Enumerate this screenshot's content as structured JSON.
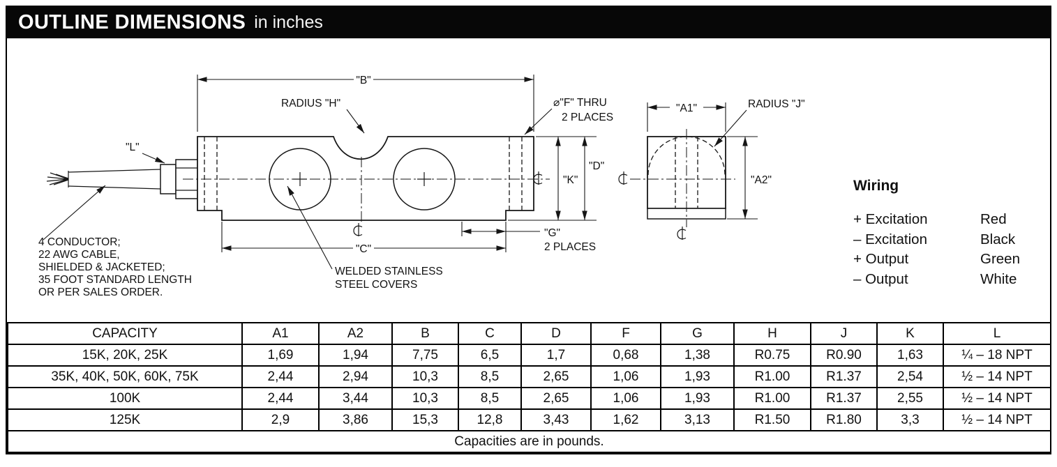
{
  "header": {
    "title": "OUTLINE DIMENSIONS",
    "subtitle": "in inches"
  },
  "drawing": {
    "labels": {
      "dim_b": "\"B\"",
      "radius_h": "RADIUS \"H\"",
      "dia_f_line1": "⌀\"F\" THRU",
      "dia_f_line2": "2 PLACES",
      "dim_l": "\"L\"",
      "dim_k": "\"K\"",
      "dim_d": "\"D\"",
      "dim_g": "\"G\"",
      "dim_g_places": "2 PLACES",
      "dim_c": "\"C\"",
      "dim_a1": "\"A1\"",
      "radius_j": "RADIUS \"J\"",
      "dim_a2": "\"A2\"",
      "centerline_symbol": "℄"
    },
    "cable_note": [
      "4 CONDUCTOR;",
      "22 AWG CABLE,",
      "SHIELDED & JACKETED;",
      "35 FOOT STANDARD LENGTH",
      "OR PER SALES ORDER."
    ],
    "covers_note": [
      "WELDED STAINLESS",
      "STEEL COVERS"
    ]
  },
  "wiring": {
    "title": "Wiring",
    "rows": [
      {
        "signal": "+ Excitation",
        "color": "Red"
      },
      {
        "signal": "– Excitation",
        "color": "Black"
      },
      {
        "signal": "+ Output",
        "color": "Green"
      },
      {
        "signal": "– Output",
        "color": "White"
      }
    ]
  },
  "table": {
    "columns": [
      "CAPACITY",
      "A1",
      "A2",
      "B",
      "C",
      "D",
      "F",
      "G",
      "H",
      "J",
      "K",
      "L"
    ],
    "rows": [
      [
        "15K, 20K, 25K",
        "1,69",
        "1,94",
        "7,75",
        "6,5",
        "1,7",
        "0,68",
        "1,38",
        "R0.75",
        "R0.90",
        "1,63",
        "¼ – 18 NPT"
      ],
      [
        "35K, 40K, 50K, 60K, 75K",
        "2,44",
        "2,94",
        "10,3",
        "8,5",
        "2,65",
        "1,06",
        "1,93",
        "R1.00",
        "R1.37",
        "2,54",
        "½ – 14 NPT"
      ],
      [
        "100K",
        "2,44",
        "3,44",
        "10,3",
        "8,5",
        "2,65",
        "1,06",
        "1,93",
        "R1.00",
        "R1.37",
        "2,55",
        "½ – 14 NPT"
      ],
      [
        "125K",
        "2,9",
        "3,86",
        "15,3",
        "12,8",
        "3,43",
        "1,62",
        "3,13",
        "R1.50",
        "R1.80",
        "3,3",
        "½ – 14 NPT"
      ]
    ],
    "footer": "Capacities are in pounds."
  }
}
